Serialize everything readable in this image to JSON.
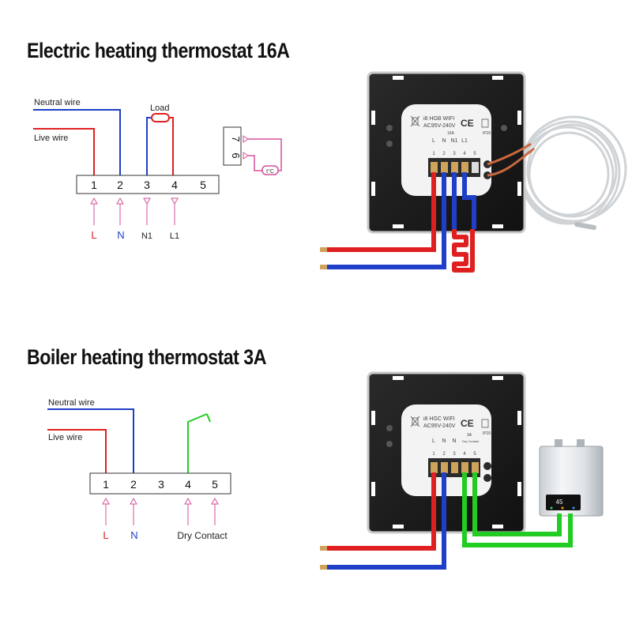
{
  "section1": {
    "title": "Electric heating thermostat 16A",
    "wires": {
      "neutral": "Neutral wire",
      "live": "Live wire",
      "load": "Load"
    },
    "terminals": [
      "1",
      "2",
      "3",
      "4",
      "5"
    ],
    "sensor_terminals": [
      "7",
      "6"
    ],
    "sensor_label": "t°C",
    "bottom_labels": [
      "L",
      "N",
      "N1",
      "L1"
    ],
    "device": {
      "model": "i8 HGB WIFI",
      "voltage": "AC95V-240V",
      "current": "16A",
      "ip": "IP20",
      "ce": "CE",
      "terminal_letters": [
        "L",
        "N",
        "N1",
        "L1"
      ],
      "terminal_numbers": [
        "1",
        "2",
        "3",
        "4",
        "5"
      ]
    }
  },
  "section2": {
    "title": "Boiler heating thermostat 3A",
    "wires": {
      "neutral": "Neutral wire",
      "live": "Live wire"
    },
    "terminals": [
      "1",
      "2",
      "3",
      "4",
      "5"
    ],
    "bottom_labels": [
      "L",
      "N",
      "Dry Contact"
    ],
    "device": {
      "model": "i8 HGC WIFI",
      "voltage": "AC95V-240V",
      "current": "3A",
      "ip": "IP20",
      "ce": "CE",
      "terminal_letters": [
        "L",
        "N",
        "N"
      ],
      "terminal_numbers": [
        "1",
        "2",
        "3",
        "4",
        "5"
      ],
      "dry_contact": "Dry Contact"
    },
    "boiler_display": "45"
  },
  "colors": {
    "live": "#e02020",
    "neutral": "#1f3fc8",
    "dry_contact": "#22cc22",
    "arrow": "#d4509a",
    "panel": "#1a1a1a",
    "title": "#111111"
  }
}
